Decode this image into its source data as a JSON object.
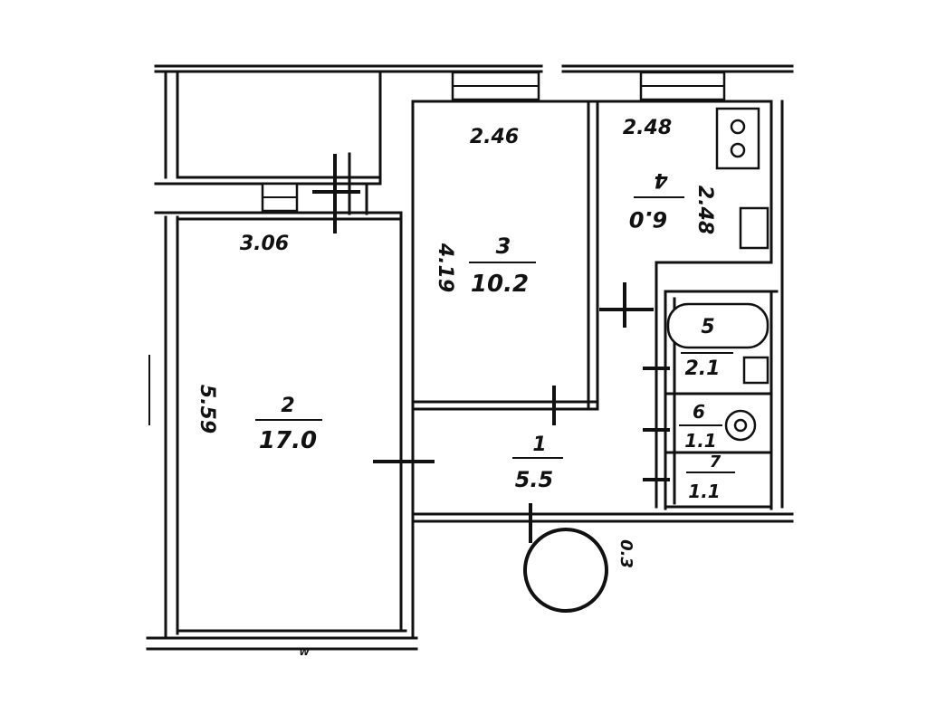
{
  "rooms": [
    {
      "number": "2",
      "area": "17.0"
    },
    {
      "number": "3",
      "area": "10.2"
    },
    {
      "number": "4",
      "area": "6.0"
    },
    {
      "number": "1",
      "area": "5.5"
    },
    {
      "number": "5",
      "area": "2.1"
    },
    {
      "number": "6",
      "area": "1.1"
    },
    {
      "number": "7",
      "area": "1.1"
    }
  ],
  "dimensions": {
    "room2_width": "3.06",
    "room2_length": "5.59",
    "room3_width": "2.46",
    "room3_length": "4.19",
    "kitchen_width": "2.48",
    "kitchen_length": "2.48"
  },
  "marks": {
    "door_note": "0.3",
    "bottom_mark": "W"
  }
}
